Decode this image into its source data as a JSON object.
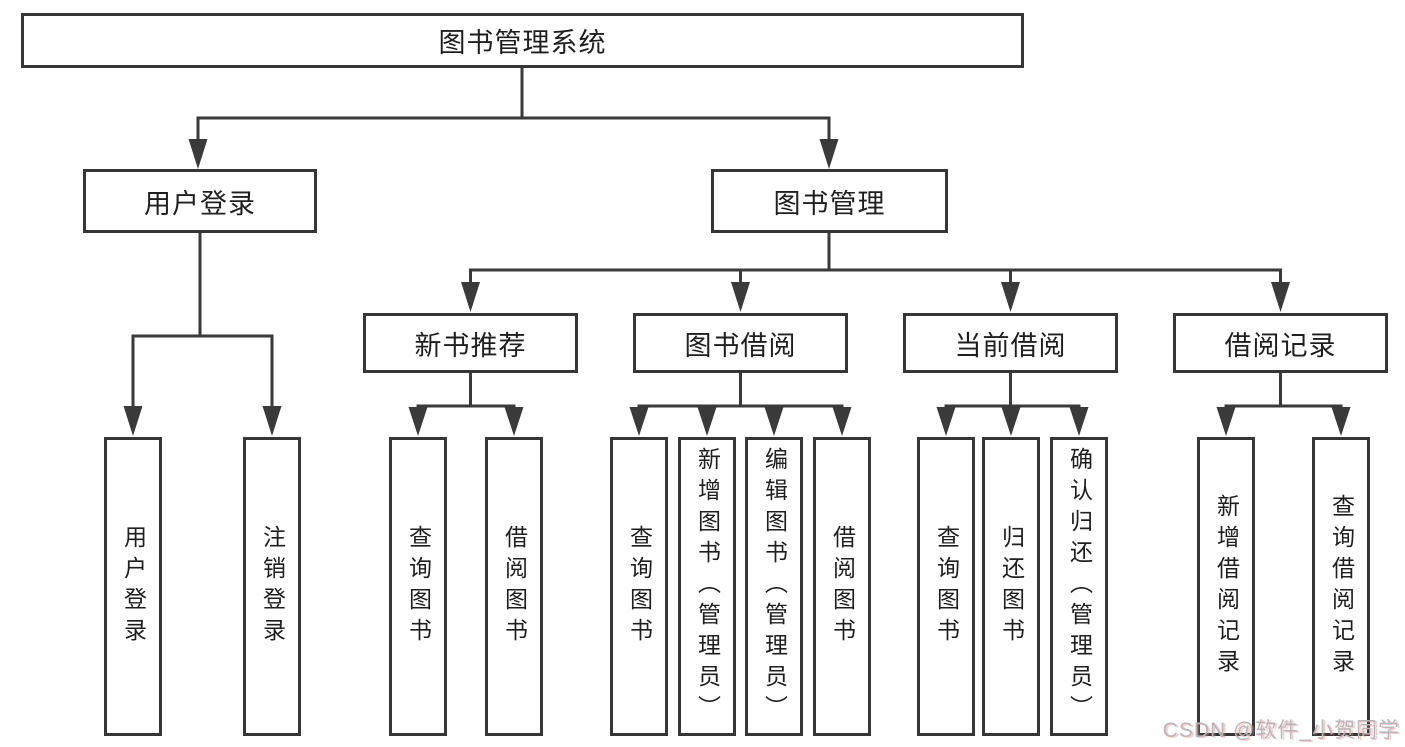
{
  "colors": {
    "background": "#ffffff",
    "connector_line": "#3a3a3a",
    "box_border": "#363636",
    "box_fill": "#ffffff",
    "text": "#1f1f1f",
    "watermark_text_color": "#b8b6b9"
  },
  "watermark": {
    "text": "CSDN @软件_小贺同学"
  },
  "tree": {
    "root": {
      "label": "图书管理系统"
    },
    "branches": [
      {
        "label": "用户登录",
        "children": [
          {
            "label": "用户登录"
          },
          {
            "label": "注销登录"
          }
        ]
      },
      {
        "label": "图书管理",
        "children": [
          {
            "label": "新书推荐",
            "children": [
              {
                "label": "查询图书"
              },
              {
                "label": "借阅图书"
              }
            ]
          },
          {
            "label": "图书借阅",
            "children": [
              {
                "label": "查询图书"
              },
              {
                "label": "新增图书（管理员）"
              },
              {
                "label": "编辑图书（管理员）"
              },
              {
                "label": "借阅图书"
              }
            ]
          },
          {
            "label": "当前借阅",
            "children": [
              {
                "label": "查询图书"
              },
              {
                "label": "归还图书"
              },
              {
                "label": "确认归还（管理员）"
              }
            ]
          },
          {
            "label": "借阅记录",
            "children": [
              {
                "label": "新增借阅记录"
              },
              {
                "label": "查询借阅记录"
              }
            ]
          }
        ]
      }
    ]
  }
}
